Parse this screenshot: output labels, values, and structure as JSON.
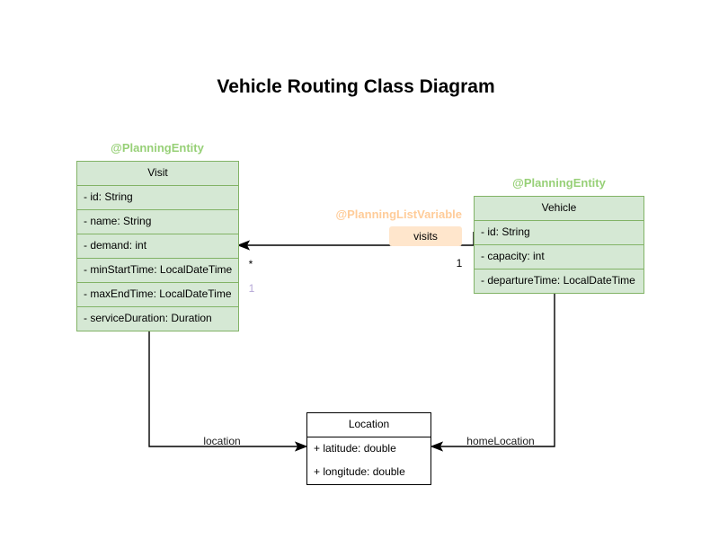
{
  "title": "Vehicle Routing Class Diagram",
  "colors": {
    "entity_fill": "#d5e8d4",
    "entity_border": "#82b366",
    "annotation_green": "#97d077",
    "annotation_orange": "#ffcc99",
    "visits_label_fill": "#ffe6cc",
    "order_marker_purple": "#b5a7d6",
    "plain_fill": "#ffffff",
    "plain_border": "#000000",
    "line_color": "#000000"
  },
  "classes": {
    "visit": {
      "annotation": "@PlanningEntity",
      "name": "Visit",
      "attributes": [
        "- id: String",
        "- name: String",
        "- demand: int",
        "- minStartTime: LocalDateTime",
        "- maxEndTime: LocalDateTime",
        "- serviceDuration: Duration"
      ]
    },
    "vehicle": {
      "annotation": "@PlanningEntity",
      "name": "Vehicle",
      "attributes": [
        "- id: String",
        "- capacity: int",
        "- departureTime: LocalDateTime"
      ]
    },
    "location": {
      "name": "Location",
      "attributes": [
        "+ latitude: double",
        "+ longitude: double"
      ]
    }
  },
  "relationships": {
    "visits": {
      "annotation": "@PlanningListVariable",
      "label": "visits",
      "target_multiplicity": "*",
      "source_multiplicity": "1",
      "order_marker": "1"
    },
    "location_edge": {
      "label": "location"
    },
    "home_location_edge": {
      "label": "homeLocation"
    }
  }
}
